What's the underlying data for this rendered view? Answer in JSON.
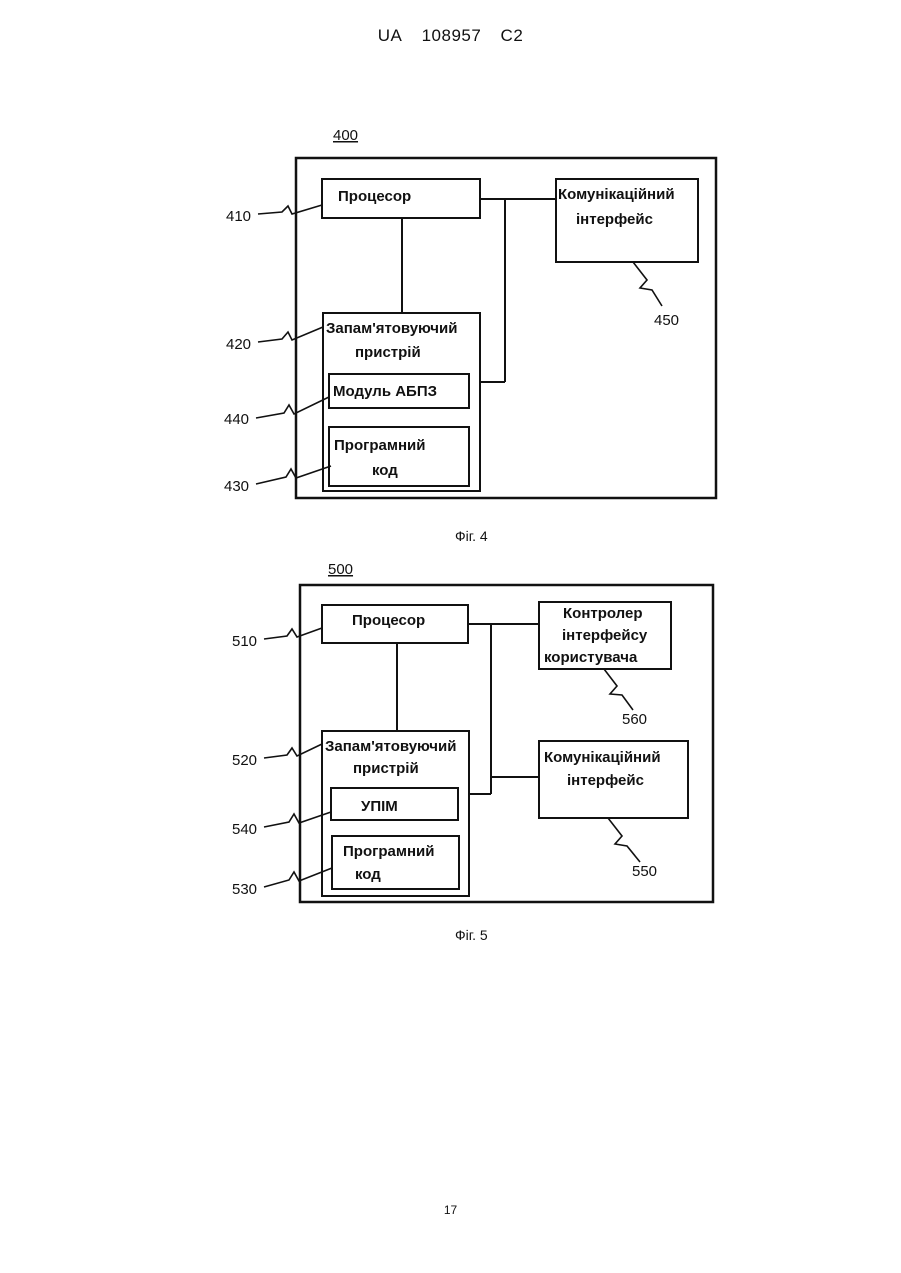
{
  "header": {
    "country": "UA",
    "number": "108957",
    "kind": "C2"
  },
  "page_number": "17",
  "fig4": {
    "ref": "400",
    "caption": "Фіг. 4",
    "processor": {
      "label": "Процесор",
      "ref": "410"
    },
    "memory": {
      "line1": "Запам'ятовуючий",
      "line2": "пристрій",
      "ref": "420"
    },
    "module": {
      "label": "Модуль АБПЗ",
      "ref": "440"
    },
    "program_code": {
      "line1": "Програмний",
      "line2": "код",
      "ref": "430"
    },
    "comm_interface": {
      "line1": "Комунікаційний",
      "line2": "інтерфейс",
      "ref": "450"
    }
  },
  "fig5": {
    "ref": "500",
    "caption": "Фіг. 5",
    "processor": {
      "label": "Процесор",
      "ref": "510"
    },
    "memory": {
      "line1": "Запам'ятовуючий",
      "line2": "пристрій",
      "ref": "520"
    },
    "module": {
      "label": "УПІМ",
      "ref": "540"
    },
    "program_code": {
      "line1": "Програмний",
      "line2": "код",
      "ref": "530"
    },
    "ui_controller": {
      "line1": "Контролер",
      "line2": "інтерфейсу",
      "line3": "користувача",
      "ref": "560"
    },
    "comm_interface": {
      "line1": "Комунікаційний",
      "line2": "інтерфейс",
      "ref": "550"
    }
  }
}
